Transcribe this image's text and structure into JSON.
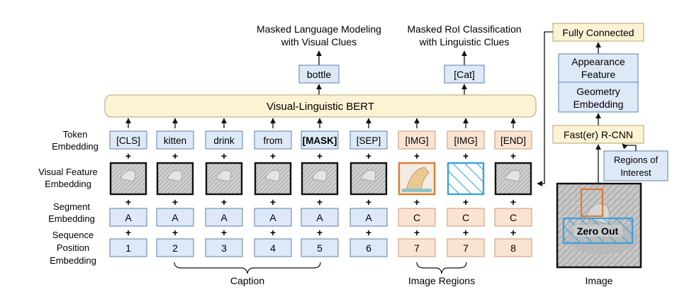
{
  "heads": {
    "mlm_line1": "Masked Language Modeling",
    "mlm_line2": "with Visual Clues",
    "mrc_line1": "Masked RoI Classification",
    "mrc_line2": "with Linguistic Clues",
    "mlm_output": "bottle",
    "mrc_output": "[Cat]"
  },
  "bert_label": "Visual-Linguistic BERT",
  "row_labels": {
    "token_1": "Token",
    "token_2": "Embedding",
    "visual_1": "Visual Feature",
    "visual_2": "Embedding",
    "segment_1": "Segment",
    "segment_2": "Embedding",
    "position_1": "Sequence",
    "position_2": "Position",
    "position_3": "Embedding"
  },
  "tokens": [
    "[CLS]",
    "kitten",
    "drink",
    "from",
    "[MASK]",
    "[SEP]",
    "[IMG]",
    "[IMG]",
    "[END]"
  ],
  "segments": [
    "A",
    "A",
    "A",
    "A",
    "A",
    "A",
    "C",
    "C",
    "C"
  ],
  "positions": [
    "1",
    "2",
    "3",
    "4",
    "5",
    "6",
    "7",
    "7",
    "8"
  ],
  "plus": "+",
  "right_pipeline": {
    "fully_connected": "Fully Connected",
    "appearance_1": "Appearance",
    "appearance_2": "Feature",
    "geometry_1": "Geometry",
    "geometry_2": "Embedding",
    "rcnn": "Fast(er) R-CNN",
    "regions_1": "Regions of",
    "regions_2": "Interest",
    "zero_out": "Zero Out"
  },
  "braces": {
    "caption": "Caption",
    "image_regions": "Image Regions",
    "image": "Image"
  },
  "colors": {
    "blue_fill": "#dde9f7",
    "blue_stroke": "#5b7fae",
    "peach_fill": "#fbe3d2",
    "peach_stroke": "#c99a78",
    "yellow_fill": "#fdf3d4",
    "yellow_stroke": "#b5a26a",
    "hatch_blue": "#3aa0dd",
    "region_orange": "#e07b2e"
  }
}
